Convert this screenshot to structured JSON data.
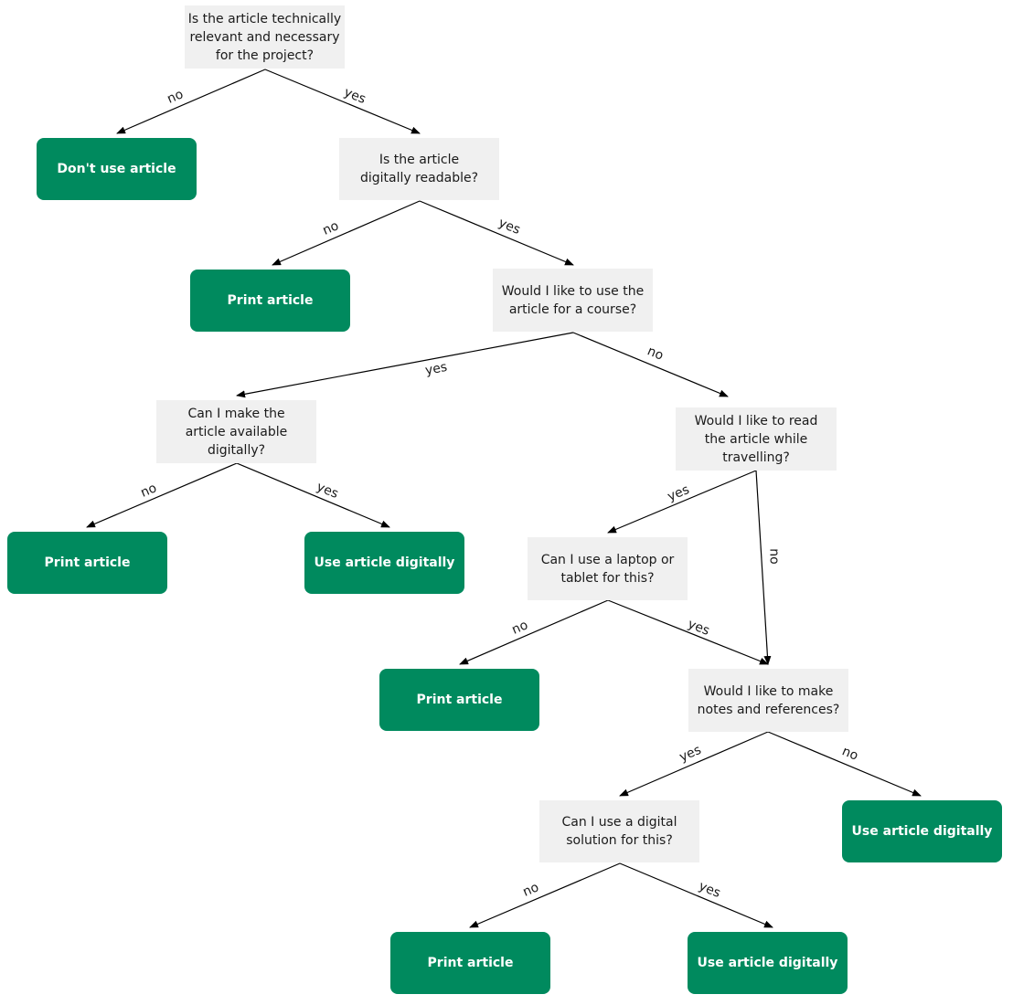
{
  "colors": {
    "result_fill": "#008a5e",
    "question_fill": "#f0f0f0",
    "edge": "#000000"
  },
  "nodes": {
    "q1": "Is the article technically\nrelevant and necessary\nfor the project?",
    "r1": "Don't use article",
    "q2": "Is the article\ndigitally readable?",
    "r2": "Print article",
    "q3": "Would I like to use the\narticle for a course?",
    "q4": "Can I make the\narticle available\ndigitally?",
    "q5": "Would I like to read\nthe article while\ntravelling?",
    "r3": "Print article",
    "r4": "Use article digitally",
    "q6": "Can I use a laptop or\ntablet for this?",
    "r5": "Print article",
    "q7": "Would I like to make\nnotes and references?",
    "q8": "Can I use a digital\nsolution for this?",
    "r6": "Use article digitally",
    "r7": "Print article",
    "r8": "Use article digitally"
  },
  "edges": [
    {
      "from": "q1",
      "to": "r1",
      "label": "no"
    },
    {
      "from": "q1",
      "to": "q2",
      "label": "yes"
    },
    {
      "from": "q2",
      "to": "r2",
      "label": "no"
    },
    {
      "from": "q2",
      "to": "q3",
      "label": "yes"
    },
    {
      "from": "q3",
      "to": "q4",
      "label": "yes"
    },
    {
      "from": "q3",
      "to": "q5",
      "label": "no"
    },
    {
      "from": "q4",
      "to": "r3",
      "label": "no"
    },
    {
      "from": "q4",
      "to": "r4",
      "label": "yes"
    },
    {
      "from": "q5",
      "to": "q6",
      "label": "yes"
    },
    {
      "from": "q5",
      "to": "q7",
      "label": "no"
    },
    {
      "from": "q6",
      "to": "r5",
      "label": "no"
    },
    {
      "from": "q6",
      "to": "q7",
      "label": "yes"
    },
    {
      "from": "q7",
      "to": "q8",
      "label": "yes"
    },
    {
      "from": "q7",
      "to": "r6",
      "label": "no"
    },
    {
      "from": "q8",
      "to": "r7",
      "label": "no"
    },
    {
      "from": "q8",
      "to": "r8",
      "label": "yes"
    }
  ]
}
